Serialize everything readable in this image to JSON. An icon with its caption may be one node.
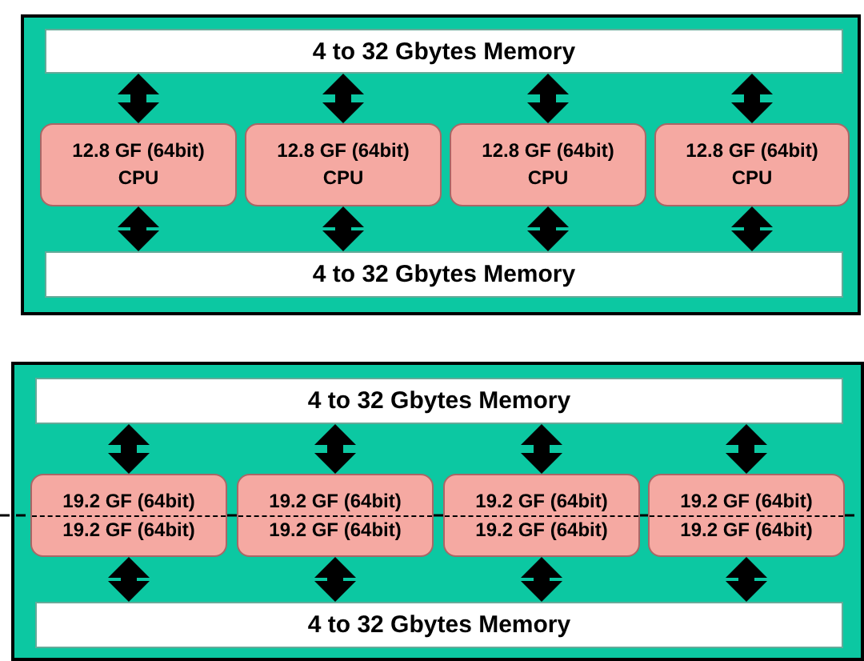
{
  "diagram": {
    "nodes": [
      {
        "text": [],
        "shape": "box"
      },
      {
        "text": [
          "4 to 32 Gbytes Memory"
        ],
        "in": 0
      },
      {
        "text": [
          "12.8 GF (64bit) CPU"
        ],
        "in": 0
      },
      {
        "text": [
          "12.8 GF (64bit) CPU"
        ],
        "in": 0
      },
      {
        "text": [
          "12.8 GF (64bit) CPU"
        ],
        "in": 0
      },
      {
        "text": [
          "12.8 GF (64bit) CPU"
        ],
        "in": 0
      },
      {
        "text": [
          "4 to 32 Gbytes Memory"
        ],
        "in": 0
      },
      {
        "text": [],
        "shape": "box"
      },
      {
        "text": [
          "4 to 32 Gbytes Memory"
        ],
        "in": 7
      },
      {
        "text": [
          "19.2 GF (64bit)",
          "19.2 GF (64bit)"
        ],
        "in": 7
      },
      {
        "text": [
          "19.2 GF (64bit)",
          "19.2 GF (64bit)"
        ],
        "in": 7
      },
      {
        "text": [
          "19.2 GF (64bit)",
          "19.2 GF (64bit)"
        ],
        "in": 7
      },
      {
        "text": [
          "19.2 GF (64bit)",
          "19.2 GF (64bit)"
        ],
        "in": 7
      },
      {
        "text": [
          "4 to 32 Gbytes Memory"
        ],
        "in": 7
      }
    ],
    "edges": [
      {
        "from": 1,
        "to": 2,
        "arrow": "both"
      },
      {
        "from": 1,
        "to": 3,
        "arrow": "both"
      },
      {
        "from": 1,
        "to": 4,
        "arrow": "both"
      },
      {
        "from": 1,
        "to": 5,
        "arrow": "both"
      },
      {
        "from": 2,
        "to": 6,
        "arrow": "both"
      },
      {
        "from": 3,
        "to": 6,
        "arrow": "both"
      },
      {
        "from": 4,
        "to": 6,
        "arrow": "both"
      },
      {
        "from": 5,
        "to": 6,
        "arrow": "both"
      },
      {
        "from": 8,
        "to": 9,
        "arrow": "both"
      },
      {
        "from": 8,
        "to": 10,
        "arrow": "both"
      },
      {
        "from": 8,
        "to": 11,
        "arrow": "both"
      },
      {
        "from": 8,
        "to": 12,
        "arrow": "both"
      },
      {
        "from": 9,
        "to": 13,
        "arrow": "both"
      },
      {
        "from": 10,
        "to": 13,
        "arrow": "both"
      },
      {
        "from": 11,
        "to": 13,
        "arrow": "both"
      },
      {
        "from": 12,
        "to": 13,
        "arrow": "both"
      }
    ]
  }
}
